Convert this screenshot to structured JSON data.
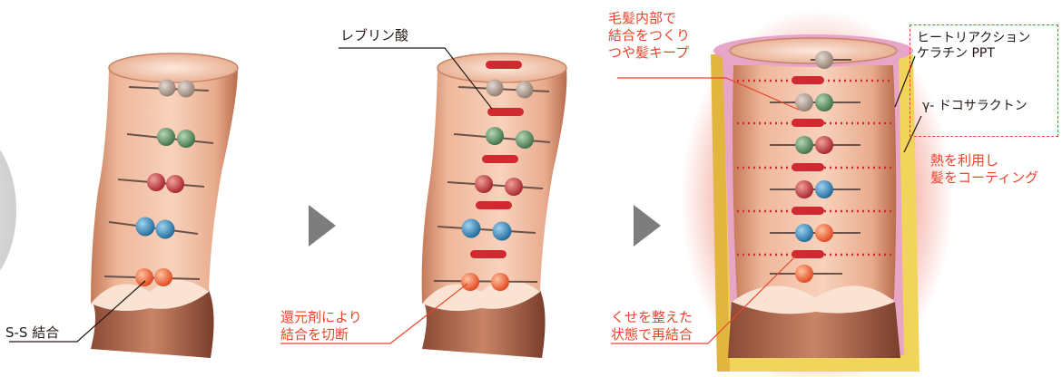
{
  "labels": {
    "ss_bond": "S-S 結合",
    "levulinic_acid": "レブリン酸",
    "reducing_agent": [
      "還元剤により",
      "結合を切断"
    ],
    "inner_bonding": [
      "毛髪内部で",
      "結合をつくり",
      "つや髪キープ"
    ],
    "rebond": [
      "くせを整えた",
      "状態で再結合"
    ],
    "keratin": [
      "ヒートリアクション",
      "ケラチン PPT"
    ],
    "gamma": "γ- ドコサラクトン",
    "heat_coating": [
      "熱を利用し",
      "髪をコーティング"
    ]
  },
  "colors": {
    "accent_red": "#e8452b",
    "text_dark": "#231815",
    "hair_skin": "#efb79a",
    "arrow_gray": "#7d7d7d",
    "bond_bar": "#d02a30",
    "pink_layer": "#e7a6c8",
    "yellow_layer": "#f1d55a",
    "bead_colors": [
      "#a9968a",
      "#5d8c63",
      "#c23a3a",
      "#2d82b4",
      "#ef5f2e"
    ]
  },
  "icons": [
    "arrow-right-icon",
    "arrow-right-icon"
  ]
}
